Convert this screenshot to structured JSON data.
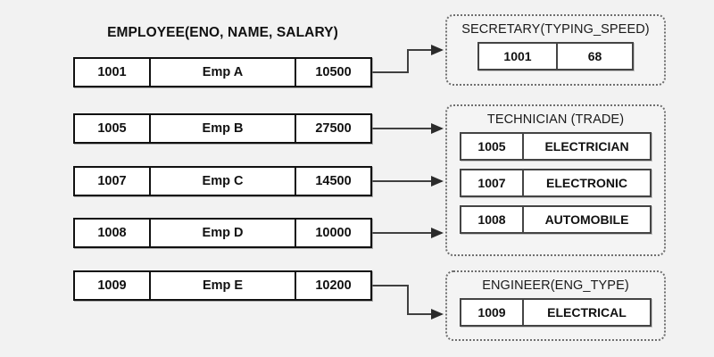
{
  "diagram": {
    "background_color": "#f2f2f2",
    "line_color": "#404040"
  },
  "employee": {
    "title": "EMPLOYEE(ENO, NAME, SALARY)",
    "columns": [
      "ENO",
      "NAME",
      "SALARY"
    ],
    "rows": [
      {
        "eno": "1001",
        "name": "Emp A",
        "salary": "10500"
      },
      {
        "eno": "1005",
        "name": "Emp B",
        "salary": "27500"
      },
      {
        "eno": "1007",
        "name": "Emp C",
        "salary": "14500"
      },
      {
        "eno": "1008",
        "name": "Emp D",
        "salary": "10000"
      },
      {
        "eno": "1009",
        "name": "Emp E",
        "salary": "10200"
      }
    ]
  },
  "panels": [
    {
      "id": "secretary",
      "title": "SECRETARY(TYPING_SPEED)",
      "rows": [
        {
          "key": "1001",
          "value": "68"
        }
      ]
    },
    {
      "id": "technician",
      "title": "TECHNICIAN (TRADE)",
      "rows": [
        {
          "key": "1005",
          "value": "ELECTRICIAN"
        },
        {
          "key": "1007",
          "value": "ELECTRONIC"
        },
        {
          "key": "1008",
          "value": "AUTOMOBILE"
        }
      ]
    },
    {
      "id": "engineer",
      "title": "ENGINEER(ENG_TYPE)",
      "rows": [
        {
          "key": "1009",
          "value": "ELECTRICAL"
        }
      ]
    }
  ]
}
